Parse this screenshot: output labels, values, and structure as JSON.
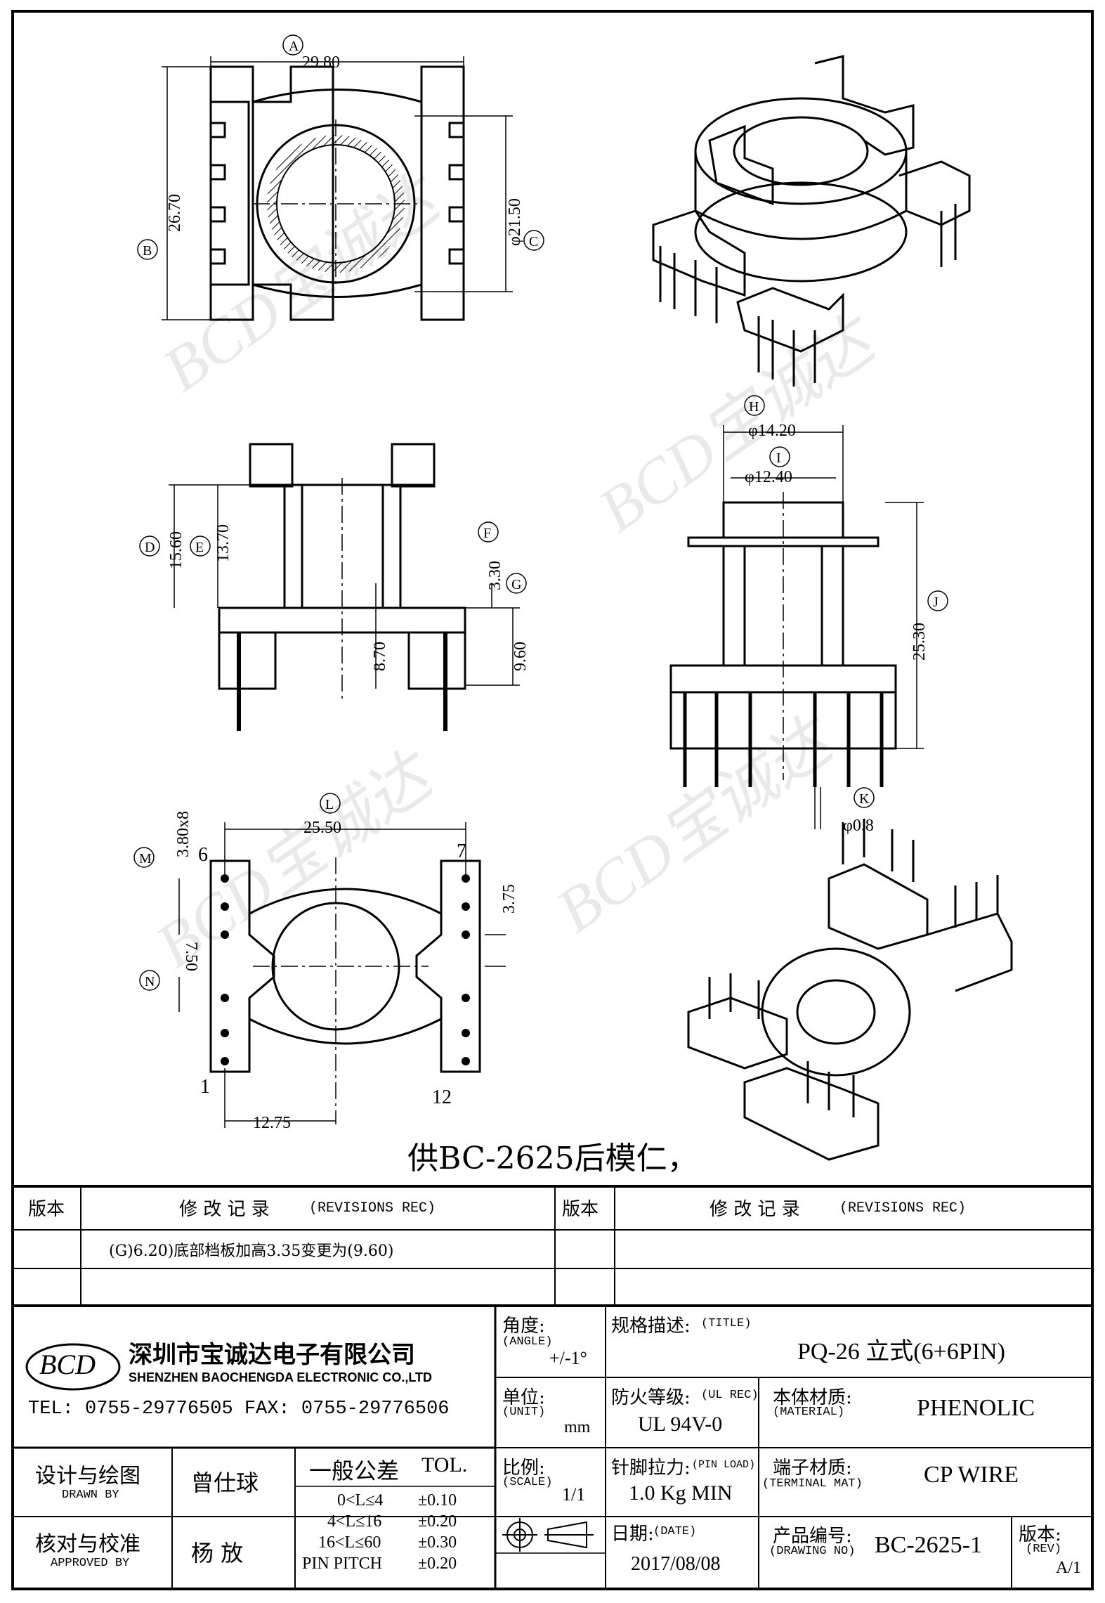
{
  "drawing": {
    "dims": {
      "A": "29.80",
      "B": "26.70",
      "C": "φ21.50",
      "D": "15.60",
      "E": "13.70",
      "F": "3.30",
      "G": "9.60",
      "h870": "8.70",
      "H": "φ14.20",
      "I": "φ12.40",
      "J": "25.30",
      "K": "φ0.8",
      "L": "25.50",
      "M": "3.80x8",
      "N": "7.50",
      "d375": "3.75",
      "d1275": "12.75"
    },
    "letters": [
      "A",
      "B",
      "C",
      "D",
      "E",
      "F",
      "G",
      "H",
      "I",
      "J",
      "K",
      "L",
      "M",
      "N"
    ],
    "pin_labels": {
      "p1": "1",
      "p6": "6",
      "p7": "7",
      "p12": "12"
    },
    "note": "供BC-2625后模仁，",
    "watermark": "BCD宝诚达"
  },
  "revisions": {
    "left_header": {
      "ver": "版本",
      "title": "修 改 记 录",
      "title_en": "(REVISIONS REC)"
    },
    "right_header": {
      "ver": "版本",
      "title": "修 改 记 录",
      "title_en": "(REVISIONS REC)"
    },
    "rows": [
      "(G)6.20)底部档板加高3.35变更为(9.60)",
      "",
      ""
    ]
  },
  "company": {
    "logo": "BCD",
    "name_cn": "深圳市宝诚达电子有限公司",
    "name_en": "SHENZHEN BAOCHENGDA ELECTRONIC CO.,LTD",
    "contact": "TEL: 0755-29776505  FAX: 0755-29776506"
  },
  "title_block": {
    "angle_label": "角度:",
    "angle_en": "(ANGLE)",
    "angle_value": "+/-1°",
    "title_label": "规格描述:",
    "title_en": "(TITLE)",
    "title_value": "PQ-26 立式(6+6PIN)",
    "unit_label": "单位:",
    "unit_en": "(UNIT)",
    "unit_value": "mm",
    "ul_label": "防火等级:",
    "ul_en": "(UL REC)",
    "ul_value": "UL 94V-0",
    "material_label": "本体材质:",
    "material_en": "(MATERIAL)",
    "material_value": "PHENOLIC",
    "drawn_label": "设计与绘图",
    "drawn_en": "DRAWN BY",
    "drawn_value": "曾仕球",
    "tol_label": "一般公差",
    "tol_en": "TOL.",
    "tol_rows": [
      {
        "range": "0<L≤4",
        "value": "±0.10"
      },
      {
        "range": "4<L≤16",
        "value": "±0.20"
      },
      {
        "range": "16<L≤60",
        "value": "±0.30"
      },
      {
        "range": "PIN PITCH",
        "value": "±0.20"
      }
    ],
    "scale_label": "比例:",
    "scale_en": "(SCALE)",
    "scale_value": "1/1",
    "pinload_label": "针脚拉力:",
    "pinload_en": "(PIN LOAD)",
    "pinload_value": "1.0 Kg MIN",
    "terminal_label": "端子材质:",
    "terminal_en": "(TERMINAL MAT)",
    "terminal_value": "CP WIRE",
    "approved_label": "核对与校准",
    "approved_en": "APPROVED BY",
    "approved_value": "杨   放",
    "date_label": "日期:",
    "date_en": "(DATE)",
    "date_value": "2017/08/08",
    "drawing_no_label": "产品编号:",
    "drawing_no_en": "(DRAWING NO)",
    "drawing_no_value": "BC-2625-1",
    "rev_label": "版本:",
    "rev_en": "(REV)",
    "rev_value": "A/1"
  }
}
